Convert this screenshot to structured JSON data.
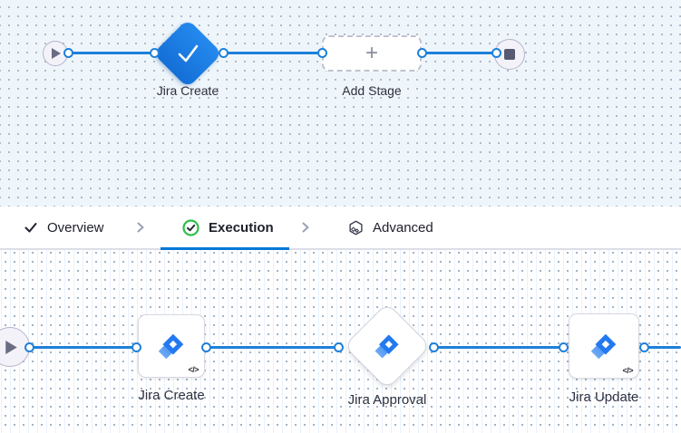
{
  "colors": {
    "accent_blue": "#0278D5",
    "connector_blue": "#1E80D9",
    "stage_diamond_blue": "#1B7FE4",
    "success_green": "#2DBE4A",
    "jira_blue": "#2379F0",
    "canvas_top_bg": "#EFF6FB",
    "canvas_bottom_bg": "#FFFFFF"
  },
  "stage_canvas": {
    "start_node": "play",
    "end_node": "stop",
    "stage": {
      "label": "Jira Create",
      "status": "selected"
    },
    "add_stage": {
      "label": "Add Stage",
      "plus": "+"
    }
  },
  "tab_bar": {
    "tabs": [
      {
        "label": "Overview",
        "icon": "check-icon",
        "active": false
      },
      {
        "label": "Execution",
        "icon": "check-circle-icon",
        "active": true
      },
      {
        "label": "Advanced",
        "icon": "hexagon-icon",
        "active": false
      }
    ]
  },
  "execution_canvas": {
    "steps": [
      {
        "label": "Jira Create",
        "shape": "card",
        "badge": "</>"
      },
      {
        "label": "Jira Approval",
        "shape": "diamond",
        "badge": ""
      },
      {
        "label": "Jira Update",
        "shape": "card",
        "badge": "</>"
      }
    ]
  }
}
